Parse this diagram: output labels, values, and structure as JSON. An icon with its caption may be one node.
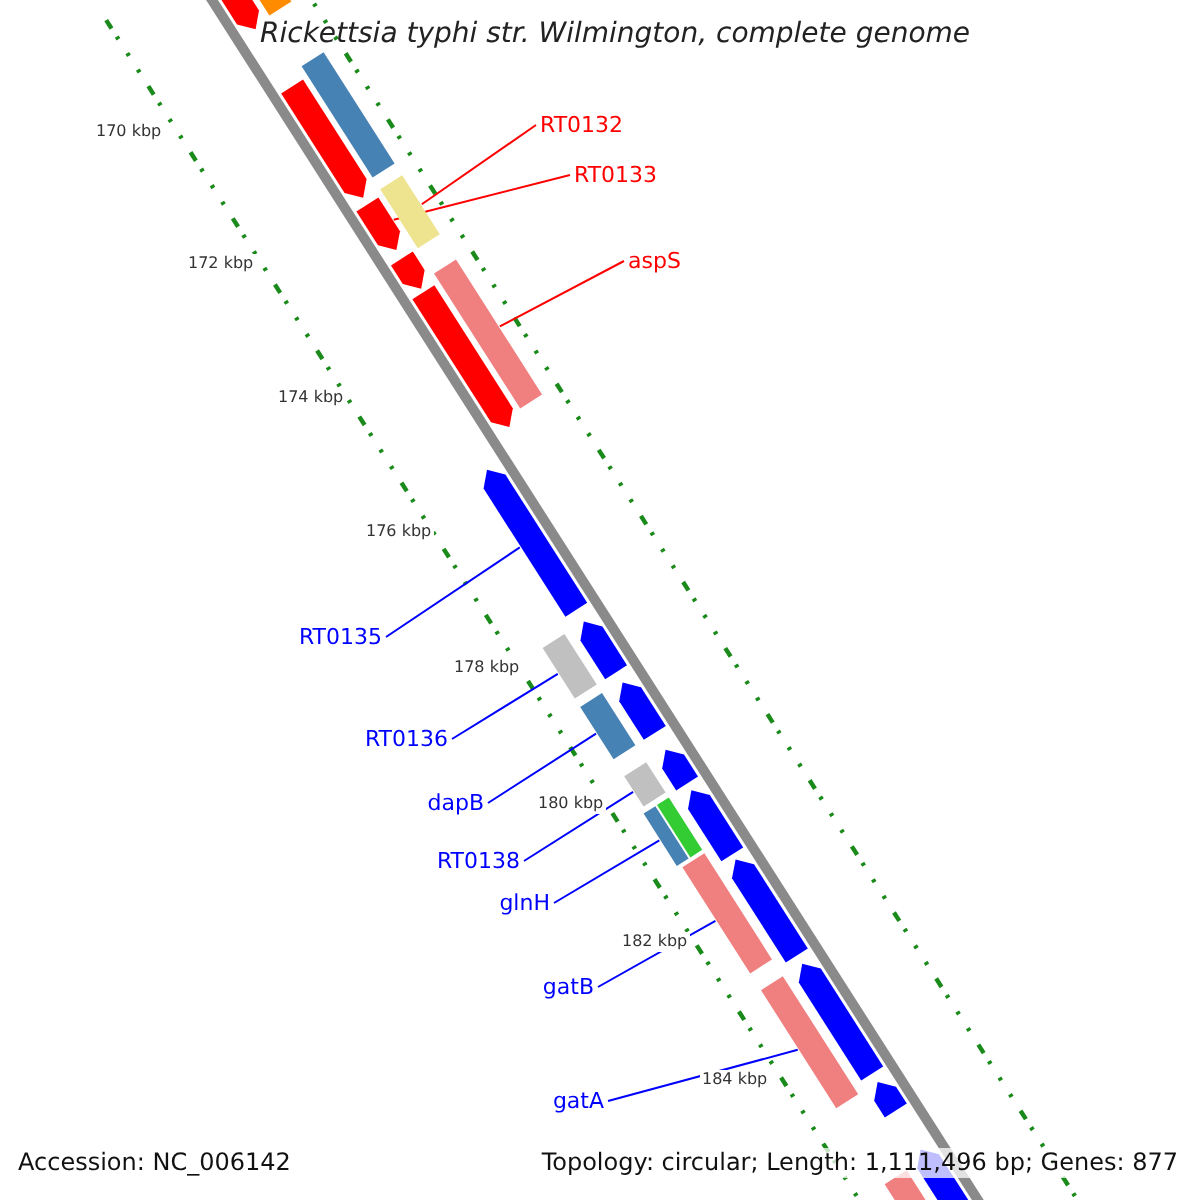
{
  "diagram": {
    "title": "Rickettsia typhi str. Wilmington, complete genome",
    "nodes": [
      {
        "text": [
          "RT0132"
        ]
      },
      {
        "text": [],
        "shape": "bar"
      },
      {
        "text": [
          "RT0133"
        ]
      },
      {
        "text": [],
        "shape": "bar"
      },
      {
        "text": [
          "aspS"
        ]
      },
      {
        "text": [],
        "shape": "bar"
      },
      {
        "text": [
          "RT0135"
        ]
      },
      {
        "text": [],
        "shape": "bar"
      },
      {
        "text": [
          "RT0136"
        ]
      },
      {
        "text": [],
        "shape": "bar"
      },
      {
        "text": [
          "dapB"
        ]
      },
      {
        "text": [],
        "shape": "bar"
      },
      {
        "text": [
          "RT0138"
        ]
      },
      {
        "text": [],
        "shape": "bar"
      },
      {
        "text": [
          "glnH"
        ]
      },
      {
        "text": [],
        "shape": "bar"
      },
      {
        "text": [
          "gatB"
        ]
      },
      {
        "text": [],
        "shape": "bar"
      },
      {
        "text": [
          "gatA"
        ]
      },
      {
        "text": [],
        "shape": "bar"
      }
    ],
    "edges": [
      {
        "from": 0,
        "to": 1,
        "arrow": "none",
        "color": "#ff0000"
      },
      {
        "from": 2,
        "to": 3,
        "arrow": "none",
        "color": "#ff0000"
      },
      {
        "from": 4,
        "to": 5,
        "arrow": "none",
        "color": "#ff0000"
      },
      {
        "from": 6,
        "to": 7,
        "arrow": "none"
      },
      {
        "from": 8,
        "to": 9,
        "arrow": "none"
      },
      {
        "from": 10,
        "to": 11,
        "arrow": "none"
      },
      {
        "from": 12,
        "to": 13,
        "arrow": "none"
      },
      {
        "from": 14,
        "to": 15,
        "arrow": "none"
      },
      {
        "from": 16,
        "to": 17,
        "arrow": "none"
      },
      {
        "from": 18,
        "to": 19,
        "arrow": "none"
      }
    ],
    "labels": [
      "170 kbp",
      "172 kbp",
      "174 kbp",
      "176 kbp",
      "178 kbp",
      "180 kbp",
      "182 kbp",
      "184 kbp",
      "Accession: NC_006142",
      "Topology: circular; Length: 1,111,496 bp; Genes: 877"
    ]
  }
}
